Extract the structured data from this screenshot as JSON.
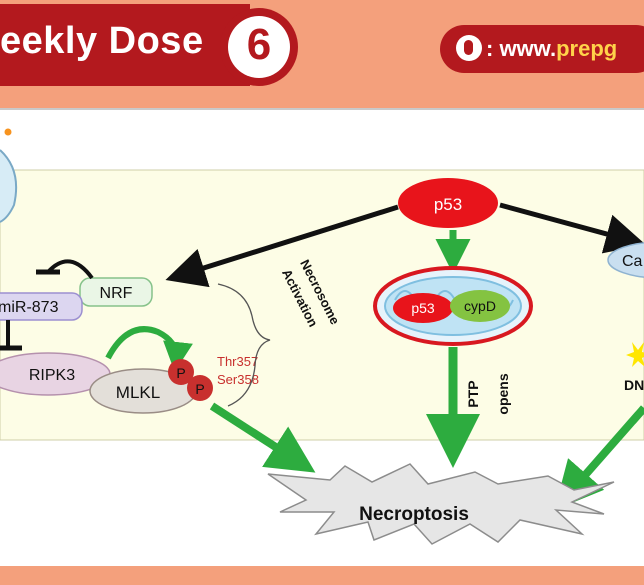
{
  "header": {
    "title": "eekly Dose",
    "badge_number": "6",
    "url_prefix": ": www.",
    "url_highlight": "prepg"
  },
  "diagram": {
    "p53": "p53",
    "nrf": "NRF",
    "mir": "miR-873",
    "ripk3": "RIPK3",
    "mlkl": "MLKL",
    "p": "P",
    "thr": "Thr357",
    "ser": "Ser358",
    "necrosome_line1": "Necrosome",
    "necrosome_line2": "Activation",
    "mito_p53": "p53",
    "cypd": "cypD",
    "ptp": "PTP",
    "opens": "opens",
    "ca": "Ca",
    "dn": "DN",
    "necroptosis": "Necroptosis"
  },
  "colors": {
    "brand_red": "#b3191e",
    "background_orange": "#f4a07c",
    "arrow_green": "#2dac3f",
    "p53_red": "#e8141b",
    "panel_yellow": "#fdfde6"
  }
}
